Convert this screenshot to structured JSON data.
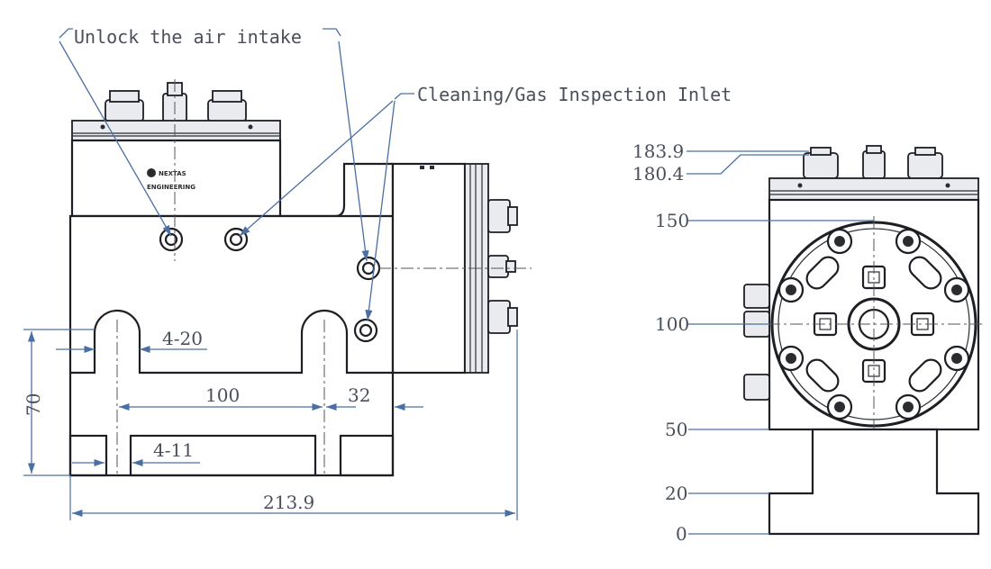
{
  "callouts": {
    "unlock": "Unlock the air intake",
    "cleaning": "Cleaning/Gas Inspection Inlet"
  },
  "logo_text": [
    "NEXTAS",
    "ENGINEERING"
  ],
  "front_dims": {
    "slot": "4-20",
    "height": "70",
    "spacing": "100",
    "offset": "32",
    "hole": "4-11",
    "length": "213.9"
  },
  "side_dims": {
    "d1839": "183.9",
    "d1804": "180.4",
    "d150": "150",
    "d100": "100",
    "d50": "50",
    "d20": "20",
    "d0": "0"
  },
  "colors": {
    "label": "#4a4f5a",
    "dimension_line": "#4a6fa3",
    "outline": "#1d1f24"
  }
}
